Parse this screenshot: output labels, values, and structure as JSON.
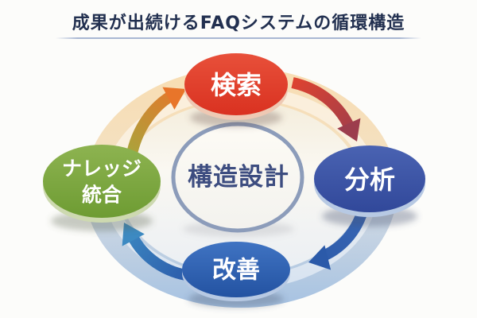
{
  "title": "成果が出続けるFAQシステムの循環構造",
  "colors": {
    "title_text": "#223050",
    "title_underline": "#a9b7d3",
    "center_text": "#3d4d80",
    "center_ring": "#8c9cba",
    "node_text": "#ffffff",
    "ring": {
      "top": "#f8ddb2",
      "mid_warm": "#f3e1c4",
      "mid_cool": "#ccd7e3",
      "bottom": "#a6c2e2"
    },
    "inner": {
      "top": "#f2e9d3",
      "mid": "#faf8f2",
      "bottom": "#e6ecf4"
    }
  },
  "cycle": {
    "center_label": "構造設計",
    "direction": "clockwise",
    "nodes": [
      {
        "id": "search",
        "label": "検索",
        "position": "top",
        "color_top": "#e8503a",
        "color_bottom": "#d93120"
      },
      {
        "id": "analysis",
        "label": "分析",
        "position": "right",
        "color_top": "#4a63b2",
        "color_bottom": "#31489a"
      },
      {
        "id": "improve",
        "label": "改善",
        "position": "bottom",
        "color_top": "#3f73c2",
        "color_bottom": "#2453a2"
      },
      {
        "id": "knowledge",
        "label_line1": "ナレッジ",
        "label_line2": "統合",
        "position": "left",
        "color_top": "#8db350",
        "color_bottom": "#6e9c33"
      }
    ],
    "arrows": [
      {
        "id": "knowledge-to-search",
        "from": "ナレッジ統合",
        "to": "検索",
        "color_start": "#a9a43c",
        "color_end": "#e8752a"
      },
      {
        "id": "search-to-analysis",
        "from": "検索",
        "to": "分析",
        "color_start": "#dd4330",
        "color_end": "#9c3d4d"
      },
      {
        "id": "analysis-to-improve",
        "from": "分析",
        "to": "改善",
        "color_start": "#3a67b5",
        "color_end": "#2b5aa9"
      },
      {
        "id": "improve-to-knowledge",
        "from": "改善",
        "to": "ナレッジ統合",
        "color_start": "#2c5cab",
        "color_end": "#3d8ac2"
      }
    ]
  }
}
